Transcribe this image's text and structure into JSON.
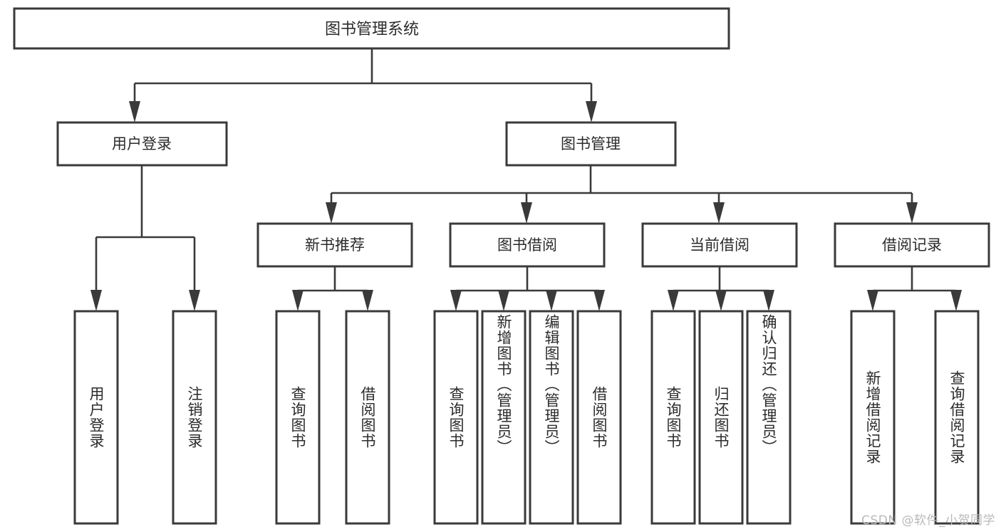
{
  "diagram": {
    "type": "tree-hierarchy",
    "title": "图书管理系统",
    "root": {
      "id": "root",
      "label": "图书管理系统",
      "orientation": "horizontal"
    },
    "level1": [
      {
        "id": "user-login",
        "label": "用户登录",
        "orientation": "horizontal"
      },
      {
        "id": "book-manage",
        "label": "图书管理",
        "orientation": "horizontal"
      }
    ],
    "level2": [
      {
        "id": "new-book-recommend",
        "label": "新书推荐",
        "orientation": "horizontal",
        "parent": "book-manage"
      },
      {
        "id": "book-borrow",
        "label": "图书借阅",
        "orientation": "horizontal",
        "parent": "book-manage"
      },
      {
        "id": "current-borrow",
        "label": "当前借阅",
        "orientation": "horizontal",
        "parent": "book-manage"
      },
      {
        "id": "borrow-record",
        "label": "借阅记录",
        "orientation": "horizontal",
        "parent": "book-manage"
      }
    ],
    "leaves": [
      {
        "id": "leaf-user-login",
        "label": "用户登录",
        "parent": "user-login",
        "orientation": "vertical"
      },
      {
        "id": "leaf-user-logout",
        "label": "注销登录",
        "parent": "user-login",
        "orientation": "vertical"
      },
      {
        "id": "leaf-query-book-1",
        "label": "查询图书",
        "parent": "new-book-recommend",
        "orientation": "vertical"
      },
      {
        "id": "leaf-borrow-book-1",
        "label": "借阅图书",
        "parent": "new-book-recommend",
        "orientation": "vertical"
      },
      {
        "id": "leaf-query-book-2",
        "label": "查询图书",
        "parent": "book-borrow",
        "orientation": "vertical"
      },
      {
        "id": "leaf-add-book",
        "label": "新增图书（管理员）",
        "parent": "book-borrow",
        "orientation": "vertical"
      },
      {
        "id": "leaf-edit-book",
        "label": "编辑图书（管理员）",
        "parent": "book-borrow",
        "orientation": "vertical"
      },
      {
        "id": "leaf-borrow-book-2",
        "label": "借阅图书",
        "parent": "book-borrow",
        "orientation": "vertical"
      },
      {
        "id": "leaf-query-book-3",
        "label": "查询图书",
        "parent": "current-borrow",
        "orientation": "vertical"
      },
      {
        "id": "leaf-return-book",
        "label": "归还图书",
        "parent": "current-borrow",
        "orientation": "vertical"
      },
      {
        "id": "leaf-confirm-return",
        "label": "确认归还（管理员）",
        "parent": "current-borrow",
        "orientation": "vertical"
      },
      {
        "id": "leaf-add-record",
        "label": "新增借阅记录",
        "parent": "borrow-record",
        "orientation": "vertical"
      },
      {
        "id": "leaf-query-record",
        "label": "查询借阅记录",
        "parent": "borrow-record",
        "orientation": "vertical"
      }
    ],
    "colors": {
      "stroke": "#3a3a3a",
      "fill": "#ffffff",
      "text": "#2b2b2b",
      "watermark": "#b9b9b9"
    }
  },
  "watermark": {
    "text": "CSDN @软件_小贺同学"
  }
}
